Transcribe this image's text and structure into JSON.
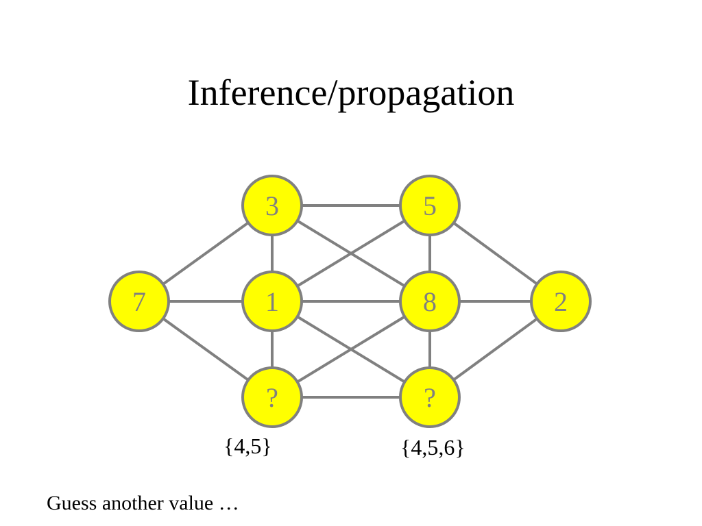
{
  "title": "Inference/propagation",
  "colors": {
    "node_fill": "#ffff00",
    "node_stroke": "#808080",
    "edge": "#808080",
    "node_text": "#808080"
  },
  "graph": {
    "nodes": [
      {
        "id": "n7",
        "label": "7"
      },
      {
        "id": "n3",
        "label": "3"
      },
      {
        "id": "n1",
        "label": "1"
      },
      {
        "id": "nq1",
        "label": "?"
      },
      {
        "id": "n5",
        "label": "5"
      },
      {
        "id": "n8",
        "label": "8"
      },
      {
        "id": "nq2",
        "label": "?"
      },
      {
        "id": "n2",
        "label": "2"
      }
    ],
    "edges": [
      [
        "n7",
        "n3"
      ],
      [
        "n7",
        "n1"
      ],
      [
        "n7",
        "nq1"
      ],
      [
        "n3",
        "n1"
      ],
      [
        "n1",
        "nq1"
      ],
      [
        "n3",
        "n5"
      ],
      [
        "n3",
        "n8"
      ],
      [
        "n1",
        "n5"
      ],
      [
        "n1",
        "n8"
      ],
      [
        "n1",
        "nq2"
      ],
      [
        "nq1",
        "n8"
      ],
      [
        "nq1",
        "nq2"
      ],
      [
        "n5",
        "n8"
      ],
      [
        "n8",
        "nq2"
      ],
      [
        "n5",
        "n2"
      ],
      [
        "n8",
        "n2"
      ],
      [
        "nq2",
        "n2"
      ]
    ]
  },
  "domains": {
    "left": "{4,5}",
    "right": "{4,5,6}"
  },
  "footer": "Guess another value …"
}
